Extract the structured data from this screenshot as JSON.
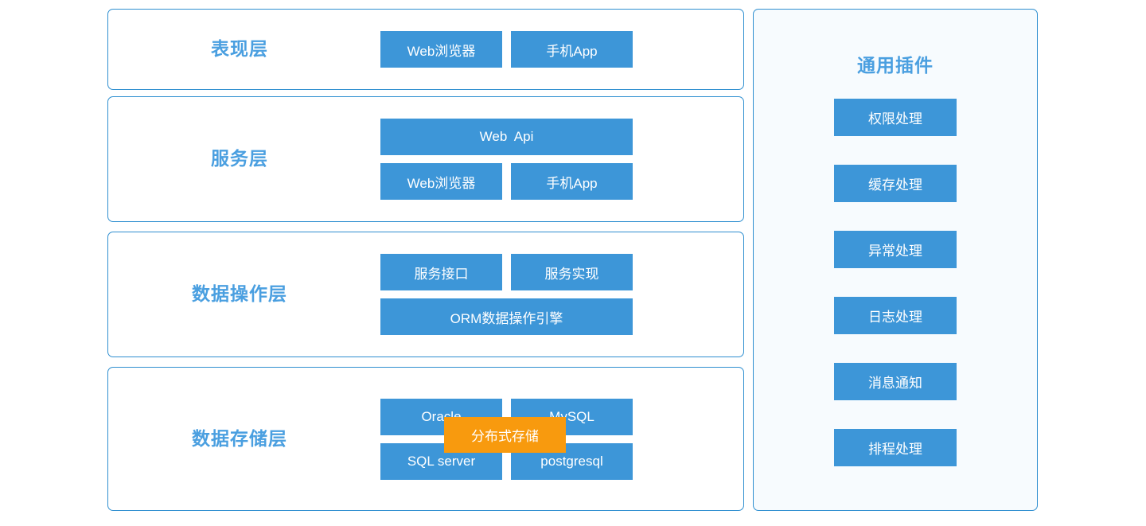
{
  "colors": {
    "box_blue": "#3d96d8",
    "label_blue": "#4a9fe0",
    "border_blue": "#2f8fd0",
    "overlay_orange": "#f89a0e",
    "panel_bg": "#f7fbfe",
    "page_bg": "#ffffff",
    "box_text": "#ffffff"
  },
  "layers": [
    {
      "label": "表现层",
      "rows": [
        {
          "boxes": [
            {
              "text": "Web浏览器",
              "size": "half"
            },
            {
              "text": "手机App",
              "size": "half"
            }
          ]
        }
      ]
    },
    {
      "label": "服务层",
      "rows": [
        {
          "boxes": [
            {
              "text": "Web  Api",
              "size": "full"
            }
          ]
        },
        {
          "boxes": [
            {
              "text": "Web浏览器",
              "size": "half"
            },
            {
              "text": "手机App",
              "size": "half"
            }
          ]
        }
      ]
    },
    {
      "label": "数据操作层",
      "rows": [
        {
          "boxes": [
            {
              "text": "服务接口",
              "size": "half"
            },
            {
              "text": "服务实现",
              "size": "half"
            }
          ]
        },
        {
          "boxes": [
            {
              "text": "ORM数据操作引擎",
              "size": "full"
            }
          ]
        }
      ]
    },
    {
      "label": "数据存储层",
      "rows": [
        {
          "boxes": [
            {
              "text": "Oracle",
              "size": "half"
            },
            {
              "text": "MySQL",
              "size": "half"
            }
          ]
        },
        {
          "boxes": [
            {
              "text": "SQL server",
              "size": "half"
            },
            {
              "text": "postgresql",
              "size": "half"
            }
          ]
        }
      ]
    }
  ],
  "overlay": {
    "text": "分布式存储"
  },
  "plugin_panel": {
    "title": "通用插件",
    "items": [
      {
        "label": "权限处理"
      },
      {
        "label": "缓存处理"
      },
      {
        "label": "异常处理"
      },
      {
        "label": "日志处理"
      },
      {
        "label": "消息通知"
      },
      {
        "label": "排程处理"
      }
    ]
  }
}
